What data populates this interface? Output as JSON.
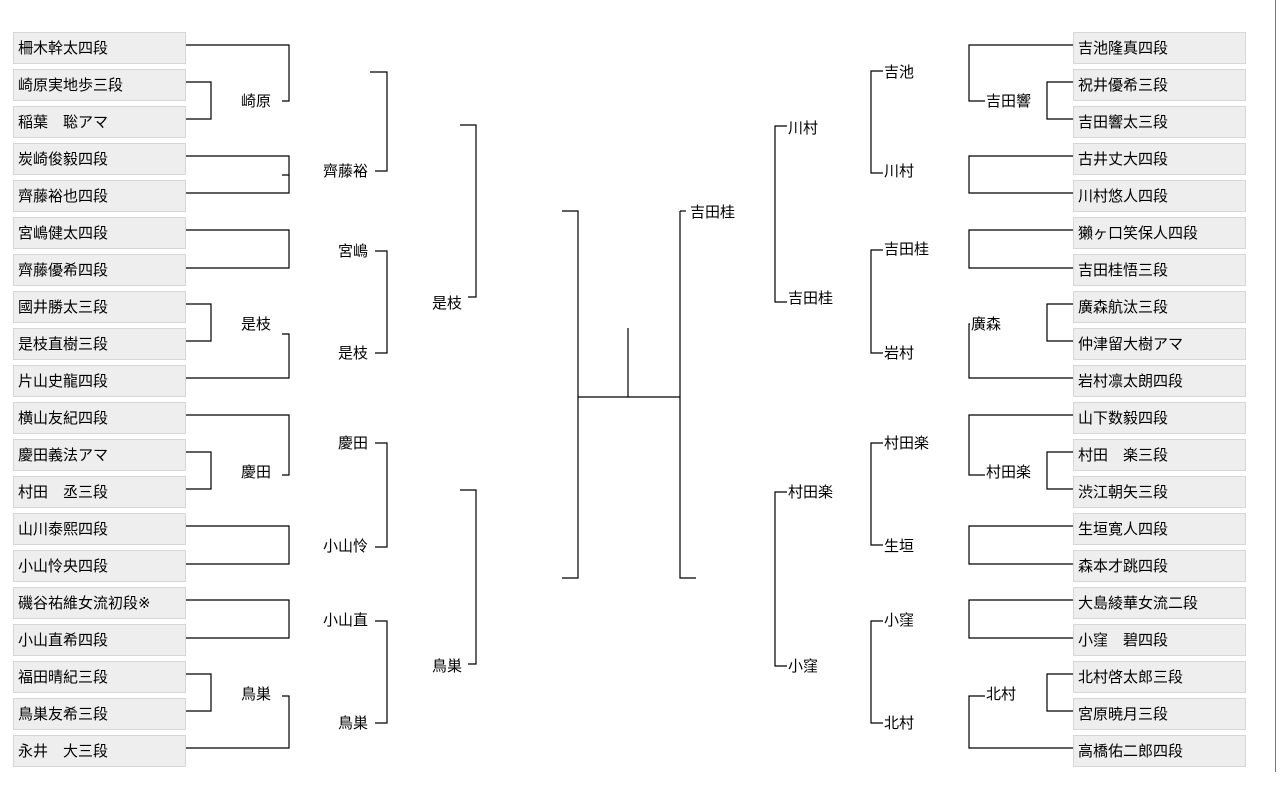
{
  "players": {
    "left": [
      "柵木幹太四段",
      "崎原実地歩三段",
      "稲葉　聡アマ",
      "炭崎俊毅四段",
      "齊藤裕也四段",
      "宮嶋健太四段",
      "齊藤優希四段",
      "國井勝太三段",
      "是枝直樹三段",
      "片山史龍四段",
      "横山友紀四段",
      "慶田義法アマ",
      "村田　丞三段",
      "山川泰熙四段",
      "小山怜央四段",
      "磯谷祐維女流初段※",
      "小山直希四段",
      "福田晴紀三段",
      "鳥巣友希三段",
      "永井　大三段"
    ],
    "right": [
      "吉池隆真四段",
      "祝井優希三段",
      "吉田響太三段",
      "古井丈大四段",
      "川村悠人四段",
      "獺ヶ口笑保人四段",
      "吉田桂悟三段",
      "廣森航汰三段",
      "仲津留大樹アマ",
      "岩村凛太朗四段",
      "山下数毅四段",
      "村田　楽三段",
      "渋江朝矢三段",
      "生垣寛人四段",
      "森本才跳四段",
      "大島綾華女流二段",
      "小窪　碧四段",
      "北村啓太郎三段",
      "宮原暁月三段",
      "高橋佑二郎四段"
    ]
  },
  "winners": {
    "left": {
      "r1": [
        "崎原",
        "是枝",
        "慶田",
        "鳥巣"
      ],
      "r2": [
        "齊藤裕",
        "宮嶋",
        "是枝",
        "慶田",
        "小山怜",
        "小山直",
        "鳥巣"
      ],
      "r3": [
        "是枝",
        "鳥巣"
      ]
    },
    "right": {
      "r1": [
        "吉田響",
        "廣森",
        "村田楽",
        "北村"
      ],
      "r2": [
        "吉池",
        "川村",
        "吉田桂",
        "岩村",
        "村田楽",
        "生垣",
        "小窪",
        "北村"
      ],
      "r3": [
        "川村",
        "吉田桂",
        "村田楽",
        "小窪"
      ],
      "r4": [
        "吉田桂"
      ]
    }
  }
}
